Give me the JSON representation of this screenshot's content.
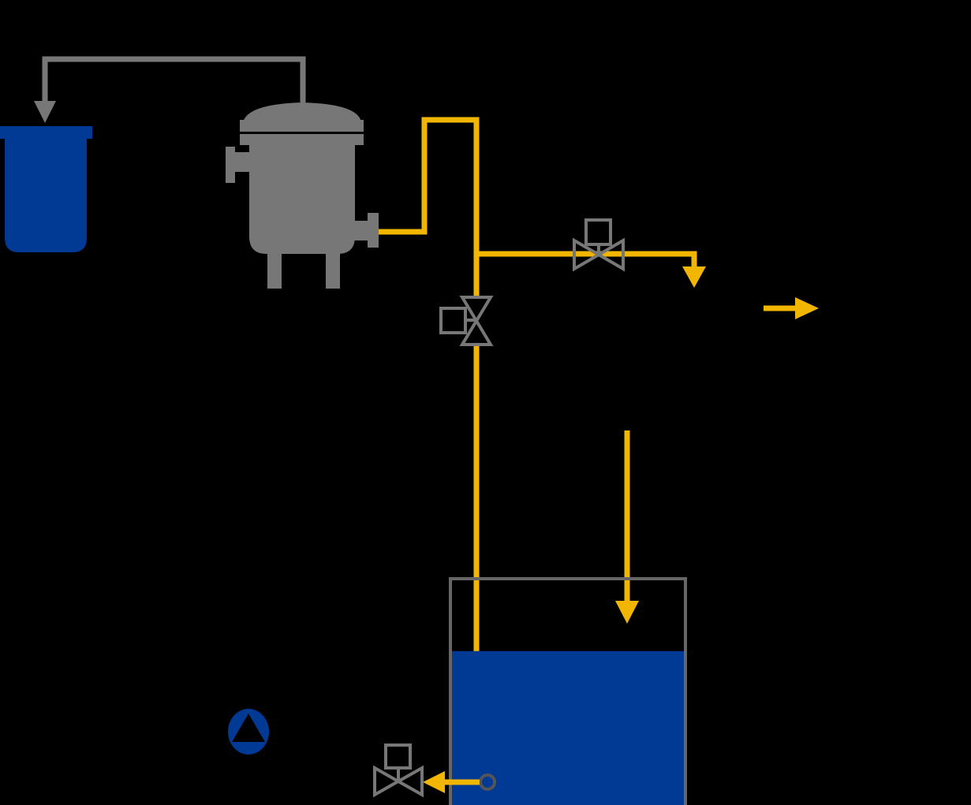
{
  "colors": {
    "background": "#000000",
    "equipment_grey": "#777777",
    "equipment_outline": "#666666",
    "pipe_yellow": "#f2b600",
    "liquid_blue": "#003a94",
    "ring_dark": "#555555"
  },
  "equipment": [
    {
      "name": "collection-vessel",
      "kind": "beaker"
    },
    {
      "name": "pressure-vessel",
      "kind": "vessel-with-legs"
    },
    {
      "name": "storage-tank",
      "kind": "open-tank",
      "fill_level": 0.68
    },
    {
      "name": "pump",
      "kind": "pump"
    }
  ],
  "valves": [
    {
      "name": "valve-horizontal-branch",
      "orientation": "horizontal"
    },
    {
      "name": "valve-vertical-line",
      "orientation": "vertical"
    },
    {
      "name": "valve-tank-outlet",
      "orientation": "horizontal"
    }
  ],
  "flows": [
    {
      "name": "return-line",
      "color": "grey"
    },
    {
      "name": "vessel-outlet-line",
      "color": "yellow"
    },
    {
      "name": "branch-line",
      "color": "yellow"
    },
    {
      "name": "downcomer-line",
      "color": "yellow"
    },
    {
      "name": "tank-inlet-line",
      "color": "yellow"
    },
    {
      "name": "side-outlet-arrow",
      "color": "yellow"
    },
    {
      "name": "tank-drain-line",
      "color": "yellow"
    }
  ]
}
